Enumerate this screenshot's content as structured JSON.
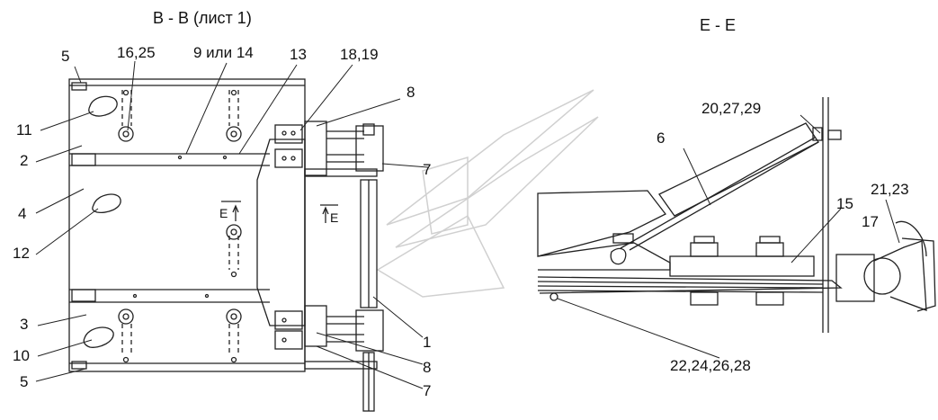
{
  "views": {
    "left_title": "B - B (лист 1)",
    "right_title": "E - E"
  },
  "section_marks": {
    "left": "E",
    "right": "E"
  },
  "callouts": {
    "c5_top": "5",
    "c16_25": "16,25",
    "c9_14": "9 или 14",
    "c13": "13",
    "c18_19": "18,19",
    "c8_top": "8",
    "c11": "11",
    "c2": "2",
    "c7_top": "7",
    "c4": "4",
    "c12": "12",
    "c3": "3",
    "c10": "10",
    "c5_bottom": "5",
    "c1": "1",
    "c8_bottom": "8",
    "c7_bottom": "7",
    "c20_27_29": "20,27,29",
    "c6": "6",
    "c21_23": "21,23",
    "c15": "15",
    "c17": "17",
    "c22_24_26_28": "22,24,26,28"
  }
}
